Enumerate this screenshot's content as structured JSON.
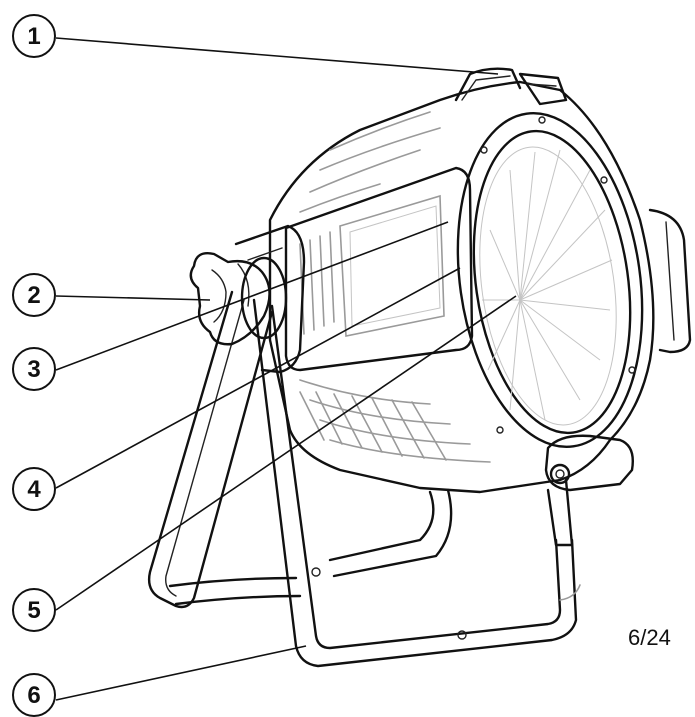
{
  "figure": {
    "callouts": [
      {
        "number": "1"
      },
      {
        "number": "2"
      },
      {
        "number": "3"
      },
      {
        "number": "4"
      },
      {
        "number": "5"
      },
      {
        "number": "6"
      }
    ],
    "page_number": "6/24"
  },
  "colors": {
    "ink": "#111111",
    "shading": "#9a9a9a",
    "background": "#ffffff"
  }
}
